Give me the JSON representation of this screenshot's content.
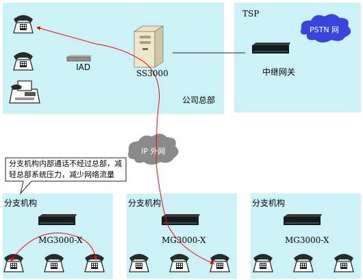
{
  "headquarters": {
    "label": "公司总部",
    "iad_label": "IAD",
    "softswitch_label": "SS3000"
  },
  "tsp": {
    "label": "TSP",
    "cloud_label": "PSTN 网",
    "gateway_label": "中继网关"
  },
  "ip_cloud_label": "IP 外网",
  "callout": {
    "line1": "分支机构内部通话不经过总部，减",
    "line2": "轻总部系统压力，减少网络流量"
  },
  "branches": [
    {
      "label": "分支机构",
      "gateway_label": "MG3000-X"
    },
    {
      "label": "分支机构",
      "gateway_label": "MG3000-X"
    },
    {
      "label": "分支机构",
      "gateway_label": "MG3000-X"
    }
  ],
  "colors": {
    "region_fill": "#ccf2f8",
    "cloud_fill": "#8a8a8a",
    "pstn_cloud_fill": "#3a44dd",
    "signal_line": "#ff0000"
  },
  "icons": [
    "phone-icon",
    "fax-icon",
    "server-icon",
    "gateway-icon",
    "cloud-icon"
  ]
}
